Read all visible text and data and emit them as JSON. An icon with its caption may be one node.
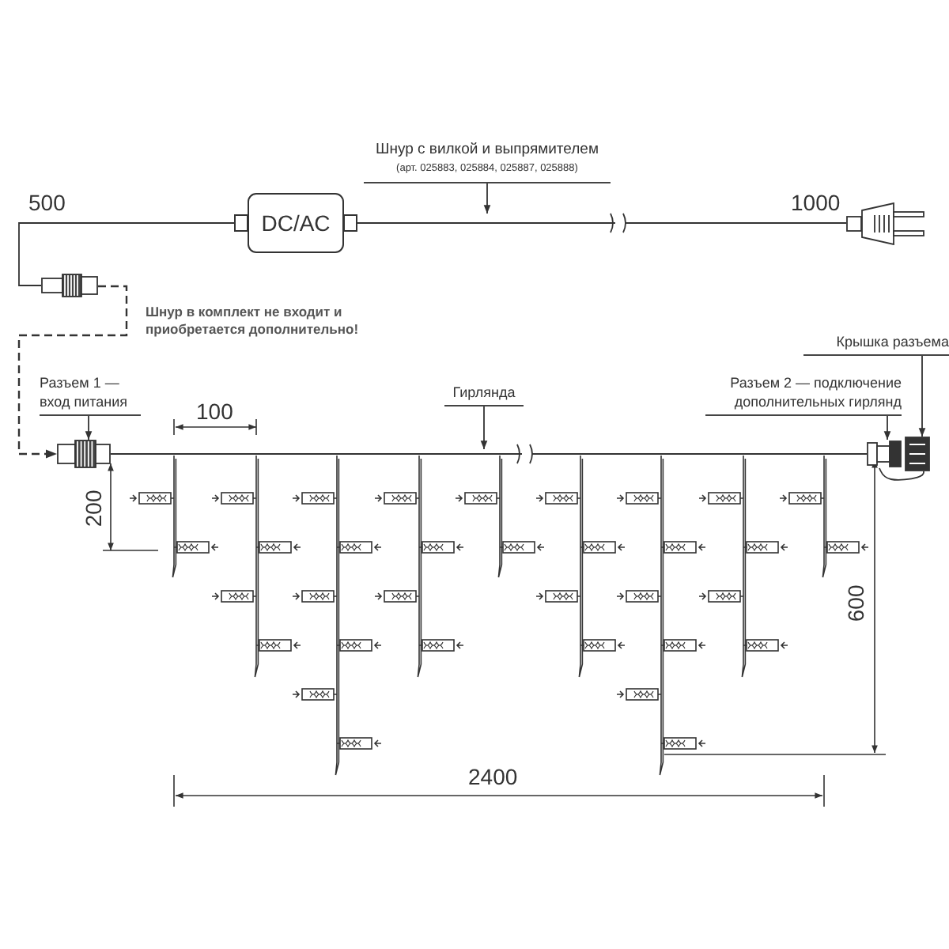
{
  "diagram": {
    "nodes": [
      {
        "text": [
          "Шнур с вилкой и выпрямителем",
          "(арт. 025883, 025884, 025887, 025888)"
        ]
      },
      {
        "text": [],
        "shape": "picture"
      },
      {
        "text": [
          "DC/AC"
        ]
      },
      {
        "text": [],
        "shape": "picture"
      },
      {
        "text": [
          "Крышка разъема"
        ]
      },
      {
        "text": [
          "Разъем 1 — вход питания"
        ]
      },
      {
        "text": [
          "Гирлянда"
        ]
      },
      {
        "text": [
          "Разъем 2 — подключение дополнительных гирлянд"
        ]
      },
      {
        "text": [],
        "shape": "picture"
      },
      {
        "text": [],
        "shape": "picture"
      },
      {
        "text": [],
        "shape": "picture"
      }
    ],
    "edges": [
      {
        "from": 0,
        "to": null,
        "arrow": "to"
      },
      {
        "from": 1,
        "to": 2,
        "arrow": "none"
      },
      {
        "from": 2,
        "to": 3,
        "arrow": "none"
      },
      {
        "from": 1,
        "to": 8,
        "arrow": "to",
        "style": "dashed"
      },
      {
        "from": 5,
        "to": 8,
        "arrow": "to"
      },
      {
        "from": 6,
        "to": null,
        "arrow": "to"
      },
      {
        "from": 7,
        "to": 9,
        "arrow": "to"
      },
      {
        "from": 4,
        "to": 10,
        "arrow": "to"
      },
      {
        "from": 9,
        "to": 10,
        "arrow": "none"
      },
      {
        "from": 8,
        "to": 9,
        "arrow": "none"
      }
    ],
    "labels": [
      "500",
      "1000",
      "Шнур в комплект не входит и приобретается дополнительно!",
      "100",
      "200",
      "600",
      "2400"
    ]
  }
}
